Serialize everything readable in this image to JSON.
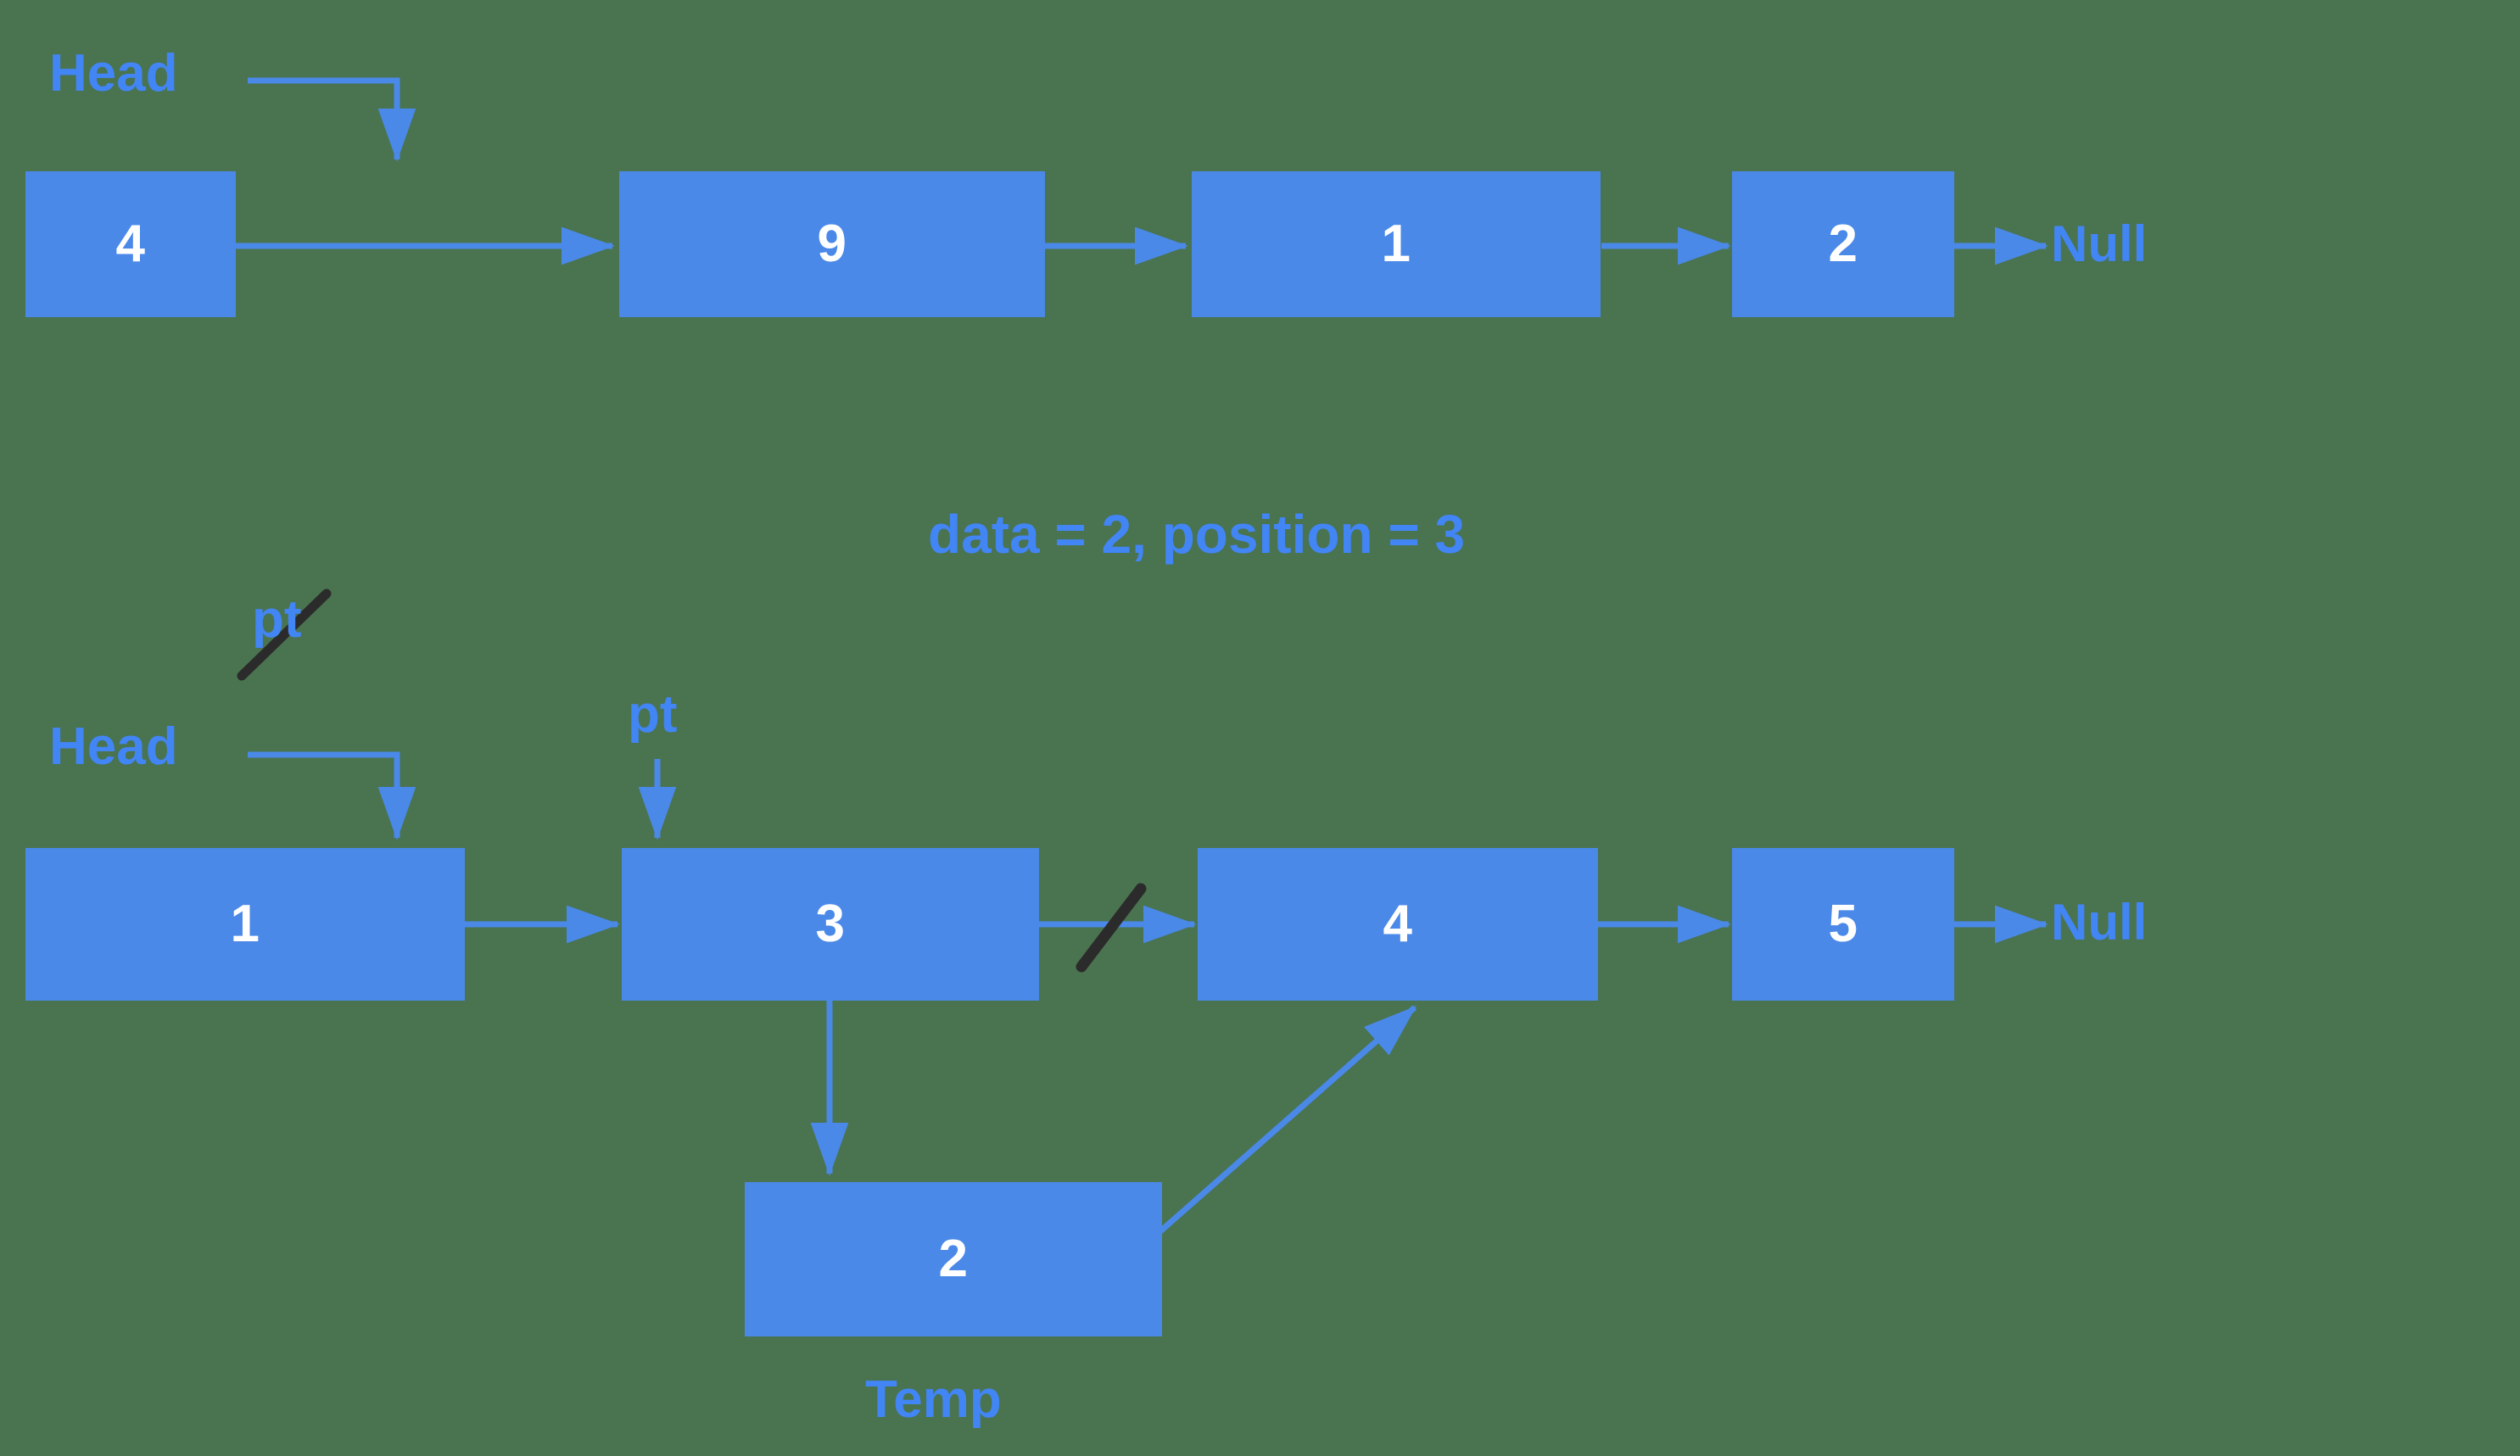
{
  "diagram": {
    "title_caption": "data = 2, position = 3",
    "accent_blue": "#4285f4",
    "node_fill": "#4a89e8",
    "node_text_color": "#ffffff",
    "strike_color": "#2b2b2b",
    "background": "#4a7350"
  },
  "top_list": {
    "head_label": "Head",
    "null_label": "Null",
    "nodes": [
      {
        "value": "4"
      },
      {
        "value": "9"
      },
      {
        "value": "1"
      },
      {
        "value": "2"
      }
    ]
  },
  "bottom_list": {
    "head_label": "Head",
    "null_label": "Null",
    "pt_label_old": "pt",
    "pt_label_current": "pt",
    "temp_label": "Temp",
    "temp_node": {
      "value": "2"
    },
    "nodes": [
      {
        "value": "1"
      },
      {
        "value": "3"
      },
      {
        "value": "4"
      },
      {
        "value": "5"
      }
    ]
  }
}
